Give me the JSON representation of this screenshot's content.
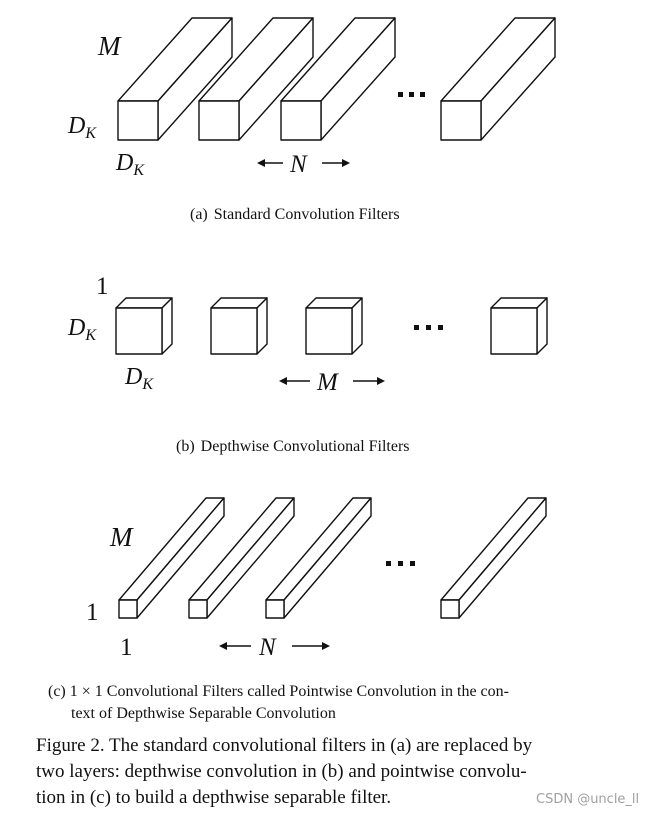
{
  "panel_a": {
    "label_depth": "M",
    "label_side_base": "D",
    "label_side_sub": "K",
    "label_bottom_base": "D",
    "label_bottom_sub": "K",
    "label_count": "N",
    "caption_tag": "(a)",
    "caption_text": "Standard Convolution Filters"
  },
  "panel_b": {
    "label_depth": "1",
    "label_side_base": "D",
    "label_side_sub": "K",
    "label_bottom_base": "D",
    "label_bottom_sub": "K",
    "label_count": "M",
    "caption_tag": "(b)",
    "caption_text": "Depthwise Convolutional Filters"
  },
  "panel_c": {
    "label_depth": "M",
    "label_side": "1",
    "label_bottom": "1",
    "label_count": "N",
    "caption_line1": "(c)  1 × 1 Convolutional Filters called Pointwise Convolution in the con-",
    "caption_line2": "text of Depthwise Separable Convolution"
  },
  "figure_caption": {
    "line1": "Figure 2. The standard convolutional filters in (a) are replaced by",
    "line2": "two layers:  depthwise convolution in (b) and pointwise convolu-",
    "line3": "tion in (c) to build a depthwise separable filter."
  },
  "watermark": "CSDN @uncle_ll"
}
